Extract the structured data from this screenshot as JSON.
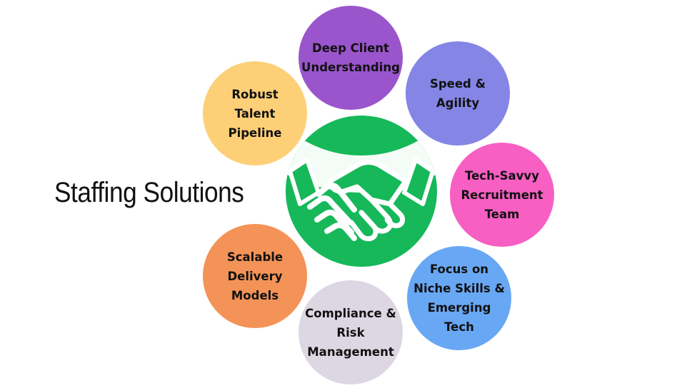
{
  "title": "Staffing Solutions",
  "hub": {
    "icon": "handshake-icon",
    "color": "#16b85a"
  },
  "nodes": [
    {
      "id": "deep-client",
      "label": "Deep Client\nUnderstanding",
      "color": "#9b55cc"
    },
    {
      "id": "speed",
      "label": "Speed &\nAgility",
      "color": "#8585e6"
    },
    {
      "id": "tech-savvy",
      "label": "Tech-Savvy\nRecruitment\nTeam",
      "color": "#f75fc3"
    },
    {
      "id": "niche-skills",
      "label": "Focus on\nNiche Skills &\nEmerging\nTech",
      "color": "#68a7f3"
    },
    {
      "id": "compliance",
      "label": "Compliance &\nRisk\nManagement",
      "color": "#ddd6e3"
    },
    {
      "id": "scalable",
      "label": "Scalable\nDelivery\nModels",
      "color": "#f39357"
    },
    {
      "id": "robust-talent",
      "label": "Robust\nTalent\nPipeline",
      "color": "#fdcf77"
    }
  ]
}
